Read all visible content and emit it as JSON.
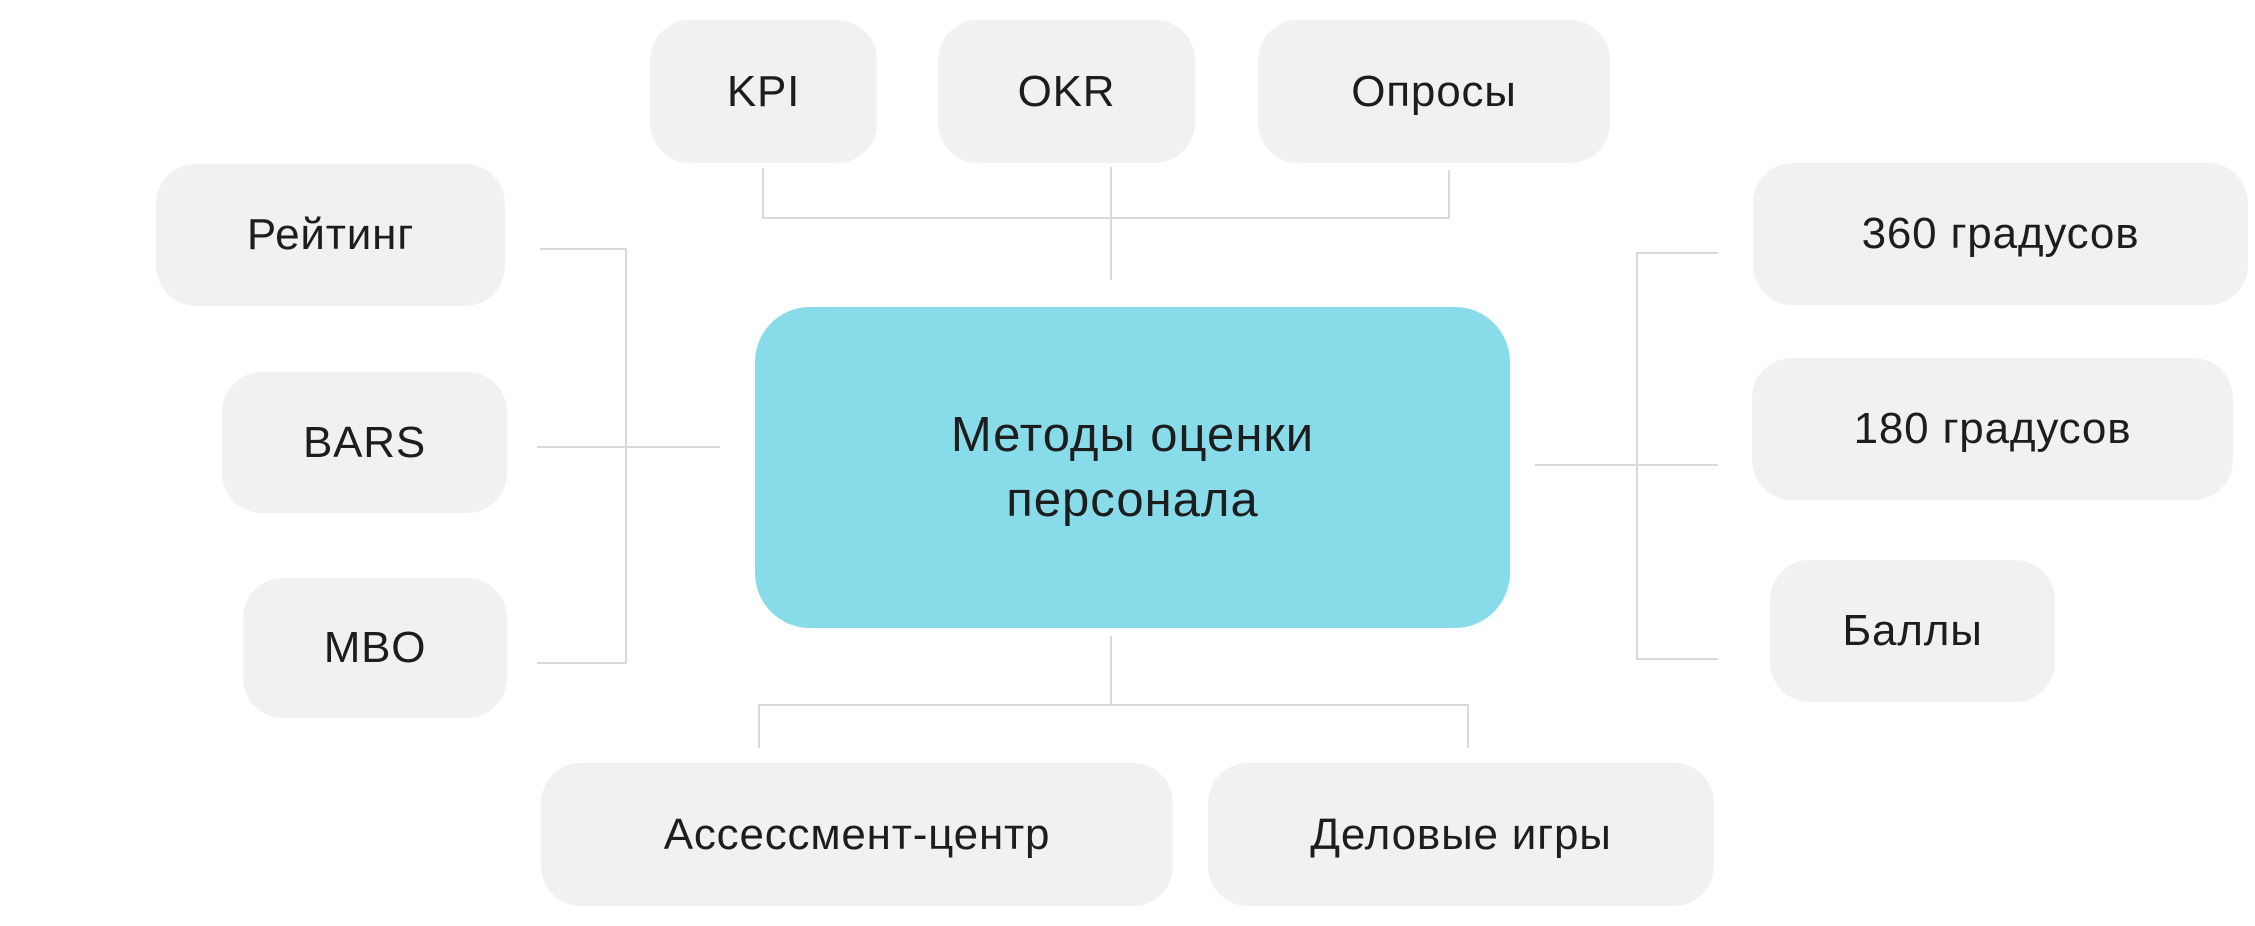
{
  "diagram": {
    "title": "Методы оценки персонала",
    "center": {
      "label": "Методы оценки персонала",
      "lines": [
        "Методы оценки",
        "персонала"
      ]
    },
    "nodes": {
      "kpi": {
        "label": "KPI"
      },
      "okr": {
        "label": "OKR"
      },
      "oprosy": {
        "label": "Опросы"
      },
      "reyting": {
        "label": "Рейтинг"
      },
      "bars": {
        "label": "BARS"
      },
      "mbo": {
        "label": "MBO"
      },
      "deg360": {
        "label": "360 градусов"
      },
      "deg180": {
        "label": "180 градусов"
      },
      "bally": {
        "label": "Баллы"
      },
      "assessment": {
        "label": "Ассессмент-центр"
      },
      "games": {
        "label": "Деловые игры"
      }
    },
    "colors": {
      "background": "#ffffff",
      "center_fill": "#88dce9",
      "node_fill": "#f1f1f1",
      "text": "#1d1d1d",
      "connector": "#d9d9d9"
    }
  }
}
